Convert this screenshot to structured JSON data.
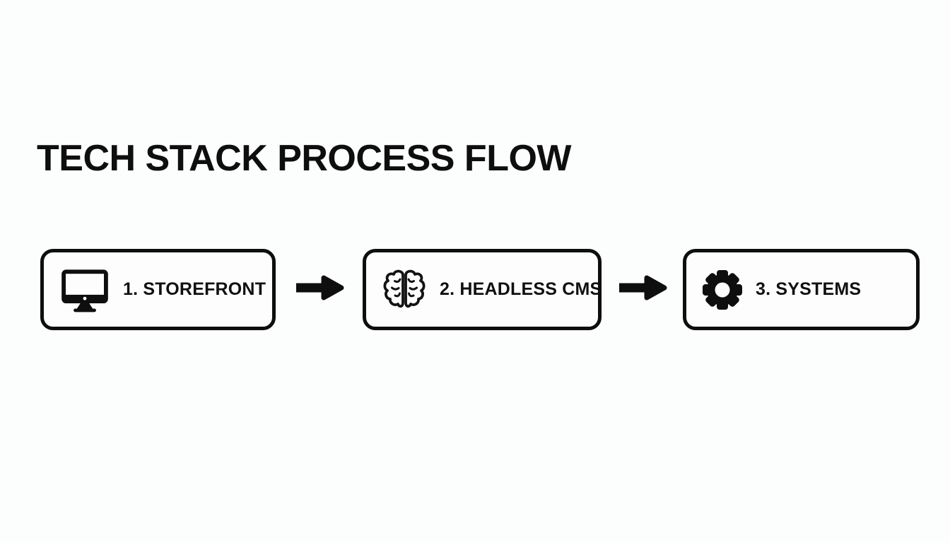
{
  "page": {
    "background_color": "#fcfdfd",
    "ink_color": "#0e0e0e"
  },
  "header": {
    "title": "TECH STACK PROCESS FLOW"
  },
  "diagram": {
    "type": "process-flow",
    "direction": "left-to-right",
    "connector": "arrow-right-icon",
    "steps": [
      {
        "label": "1. STOREFRONT",
        "icon": "desktop-monitor-icon"
      },
      {
        "label": "2. HEADLESS CMS",
        "icon": "brain-icon"
      },
      {
        "label": "3. SYSTEMS",
        "icon": "gear-icon"
      }
    ]
  }
}
